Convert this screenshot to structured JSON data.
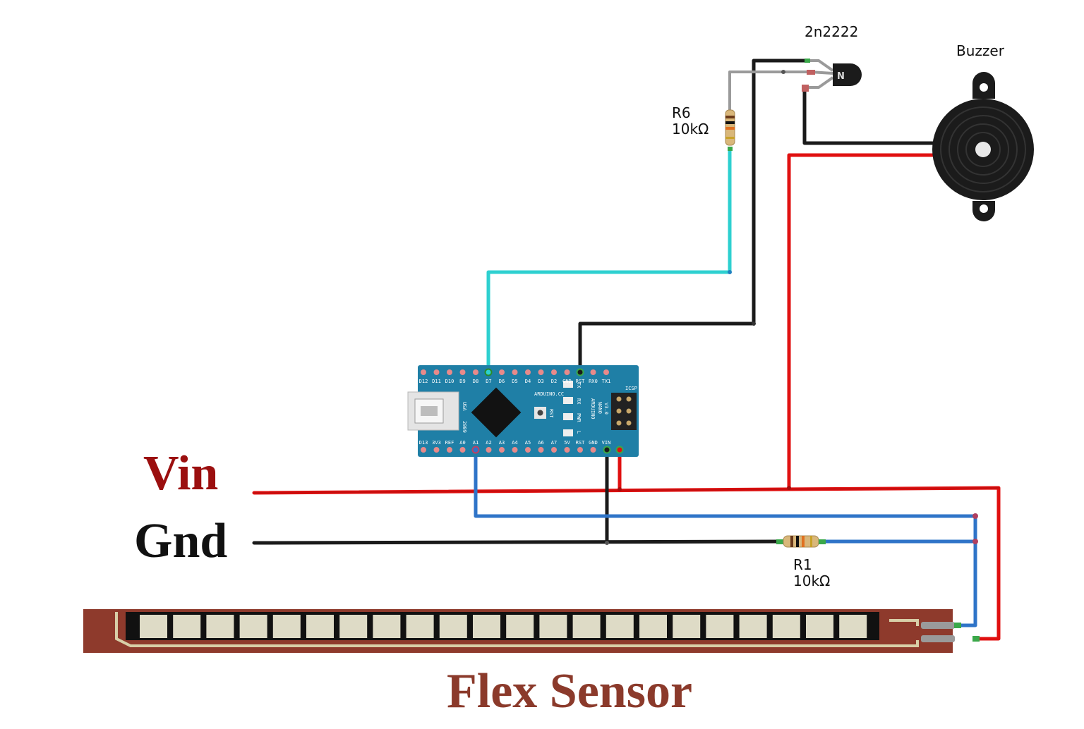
{
  "labels": {
    "transistor": "2n2222",
    "buzzer": "Buzzer",
    "r6_name": "R6",
    "r6_value": "10kΩ",
    "r1_name": "R1",
    "r1_value": "10kΩ",
    "vin": "Vin",
    "gnd": "Gnd",
    "flex_sensor": "Flex Sensor"
  },
  "board": {
    "top_pins": [
      "D12",
      "D11",
      "D10",
      "D9",
      "D8",
      "D7",
      "D6",
      "D5",
      "D4",
      "D3",
      "D2",
      "GND",
      "RST",
      "RX0",
      "TX1"
    ],
    "bottom_pins": [
      "D13",
      "3V3",
      "REF",
      "A0",
      "A1",
      "A2",
      "A3",
      "A4",
      "A5",
      "A6",
      "A7",
      "5V",
      "RST",
      "GND",
      "VIN"
    ],
    "name_line1": "ARDUINO",
    "name_line2": "NANO",
    "version": "V3.0",
    "site": "ARDUINO.CC",
    "usb": "USA",
    "year": "2009",
    "icsp": "ICSP",
    "led_labels": [
      "TX",
      "RX",
      "PWR",
      "L"
    ],
    "reset": "RST"
  },
  "colors": {
    "vin_text": "#9b0f0f",
    "flex_text": "#8b3a2b",
    "board": "#1f7fa6",
    "wire_red": "#e01010",
    "wire_black": "#1a1a1a",
    "wire_blue": "#2f74c8",
    "wire_cyan": "#2ed0d0",
    "sensor_body": "#8e3a2c"
  }
}
